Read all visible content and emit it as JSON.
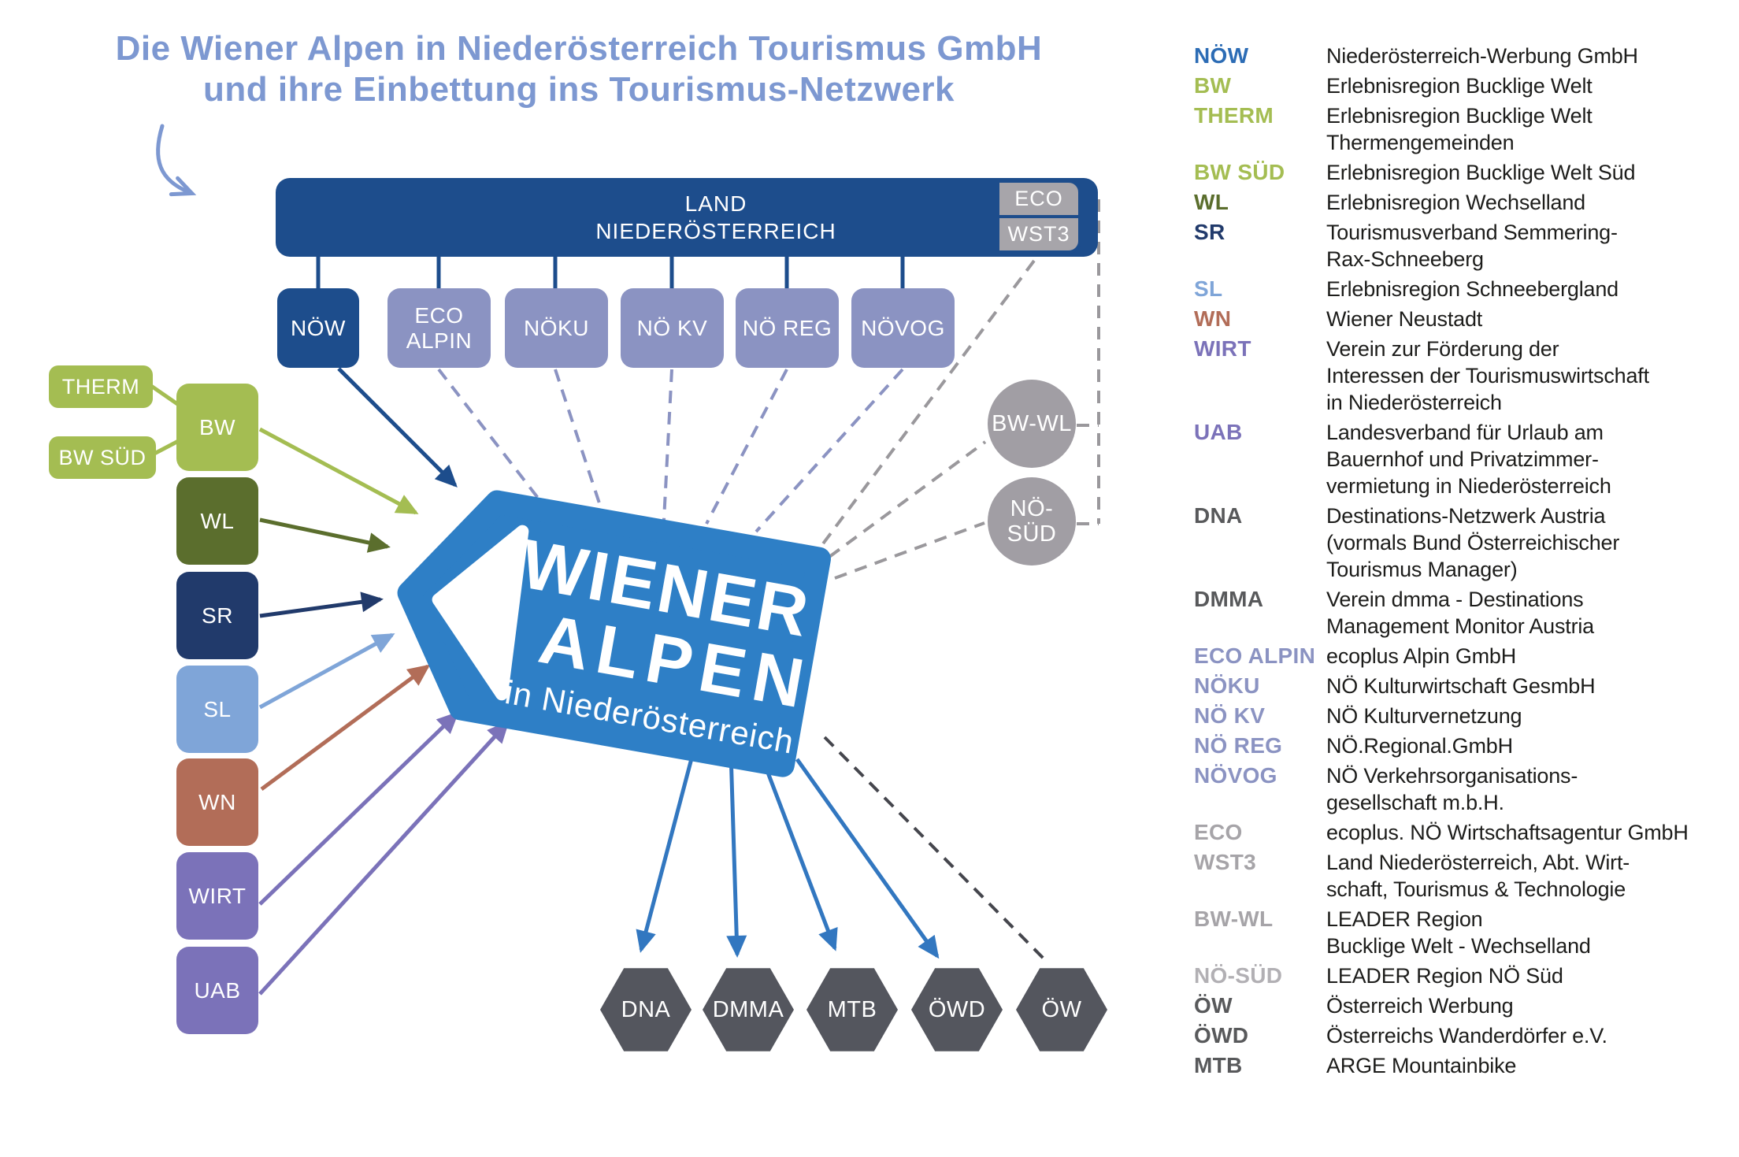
{
  "title": {
    "line1": "Die Wiener Alpen in Niederösterreich Tourismus GmbH",
    "line2": "und ihre Einbettung ins Tourismus-Netzwerk"
  },
  "colors": {
    "title_blue": "#7d98d1",
    "navy": "#1d4d8c",
    "slate": "#8b93c2",
    "green": "#a4bd52",
    "olive": "#5b6e2d",
    "navy2": "#213a6b",
    "light_blue": "#7fa5d8",
    "brick": "#b26d58",
    "purple": "#7b72b9",
    "tag_blue": "#2e7fc6",
    "circle_gray": "#a19ea4",
    "box_gray": "#a7a5aa",
    "hex_gray": "#54565e",
    "arrow_blue": "#3277c0",
    "dash_gray": "#9a989c",
    "dash_dark": "#45464d",
    "legend_text": "#1d1d1b"
  },
  "nodes": {
    "land": {
      "l1": "LAND",
      "l2": "NIEDERÖSTERREICH"
    },
    "eco": {
      "label": "ECO"
    },
    "wst3": {
      "label": "WST3"
    },
    "noew": {
      "label": "NÖW"
    },
    "ecoalpin": {
      "l1": "ECO",
      "l2": "ALPIN"
    },
    "noeku": {
      "label": "NÖKU"
    },
    "noekv": {
      "label": "NÖ KV"
    },
    "noereg": {
      "label": "NÖ REG"
    },
    "noevog": {
      "label": "NÖVOG"
    },
    "therm": {
      "label": "THERM"
    },
    "bwsued": {
      "label": "BW SÜD"
    },
    "bw": {
      "label": "BW"
    },
    "wl": {
      "label": "WL"
    },
    "sr": {
      "label": "SR"
    },
    "sl": {
      "label": "SL"
    },
    "wn": {
      "label": "WN"
    },
    "wirt": {
      "label": "WIRT"
    },
    "uab": {
      "label": "UAB"
    },
    "bwwl": {
      "label": "BW-WL"
    },
    "noesued": {
      "l1": "NÖ-",
      "l2": "SÜD"
    },
    "dna": {
      "label": "DNA"
    },
    "dmma": {
      "label": "DMMA"
    },
    "mtb": {
      "label": "MTB"
    },
    "oewd": {
      "label": "ÖWD"
    },
    "oew": {
      "label": "ÖW"
    }
  },
  "tag": {
    "line1": "WIENER",
    "line2": "ALPEN",
    "line3": "in Niederösterreich"
  },
  "legend": {
    "entries": [
      {
        "abbr": "NÖW",
        "color": "#2c6cb5",
        "lines": [
          "Niederösterreich-Werbung GmbH"
        ]
      },
      {
        "abbr": "BW",
        "color": "#a4bd52",
        "lines": [
          "Erlebnisregion Bucklige Welt"
        ]
      },
      {
        "abbr": "THERM",
        "color": "#a4bd52",
        "lines": [
          "Erlebnisregion Bucklige Welt",
          "Thermengemeinden"
        ]
      },
      {
        "abbr": "BW SÜD",
        "color": "#a4bd52",
        "lines": [
          "Erlebnisregion Bucklige Welt Süd"
        ]
      },
      {
        "abbr": "WL",
        "color": "#5b6e2d",
        "lines": [
          "Erlebnisregion Wechselland"
        ]
      },
      {
        "abbr": "SR",
        "color": "#213a6b",
        "lines": [
          "Tourismusverband Semmering-",
          "Rax-Schneeberg"
        ]
      },
      {
        "abbr": "SL",
        "color": "#7fa5d8",
        "lines": [
          "Erlebnisregion Schneebergland"
        ]
      },
      {
        "abbr": "WN",
        "color": "#b26d58",
        "lines": [
          "Wiener Neustadt"
        ]
      },
      {
        "abbr": "WIRT",
        "color": "#7b72b9",
        "lines": [
          "Verein zur Förderung der",
          "Interessen der Tourismuswirtschaft",
          "in Niederösterreich"
        ]
      },
      {
        "abbr": "UAB",
        "color": "#7b72b9",
        "lines": [
          "Landesverband für Urlaub am",
          "Bauernhof und Privatzimmer-",
          "vermietung in Niederösterreich"
        ]
      },
      {
        "abbr": "DNA",
        "color": "#58595b",
        "lines": [
          "Destinations-Netzwerk Austria",
          "(vormals Bund Österreichischer",
          "Tourismus Manager)"
        ]
      },
      {
        "abbr": "DMMA",
        "color": "#58595b",
        "lines": [
          "Verein dmma - Destinations",
          "Management Monitor Austria"
        ]
      },
      {
        "abbr": "ECO ALPIN",
        "color": "#8b93c2",
        "lines": [
          "ecoplus Alpin GmbH"
        ]
      },
      {
        "abbr": "NÖKU",
        "color": "#8b93c2",
        "lines": [
          "NÖ Kulturwirtschaft GesmbH"
        ]
      },
      {
        "abbr": "NÖ KV",
        "color": "#8b93c2",
        "lines": [
          "NÖ Kulturvernetzung"
        ]
      },
      {
        "abbr": "NÖ REG",
        "color": "#8b93c2",
        "lines": [
          "NÖ.Regional.GmbH"
        ]
      },
      {
        "abbr": "NÖVOG",
        "color": "#8b93c2",
        "lines": [
          "NÖ Verkehrsorganisations-",
          "gesellschaft m.b.H."
        ]
      },
      {
        "abbr": "ECO",
        "color": "#a6a4a8",
        "lines": [
          "ecoplus. NÖ Wirtschaftsagentur GmbH"
        ]
      },
      {
        "abbr": "WST3",
        "color": "#a6a4a8",
        "lines": [
          "Land Niederösterreich, Abt. Wirt-",
          "schaft, Tourismus & Technologie"
        ]
      },
      {
        "abbr": "BW-WL",
        "color": "#a6a4a8",
        "lines": [
          "LEADER Region",
          "Bucklige Welt - Wechselland"
        ]
      },
      {
        "abbr": "NÖ-SÜD",
        "color": "#b2b0b4",
        "lines": [
          "LEADER Region NÖ Süd"
        ]
      },
      {
        "abbr": "ÖW",
        "color": "#58595b",
        "lines": [
          "Österreich Werbung"
        ]
      },
      {
        "abbr": "ÖWD",
        "color": "#58595b",
        "lines": [
          "Österreichs Wanderdörfer e.V."
        ]
      },
      {
        "abbr": "MTB",
        "color": "#58595b",
        "lines": [
          "ARGE Mountainbike"
        ]
      }
    ]
  }
}
